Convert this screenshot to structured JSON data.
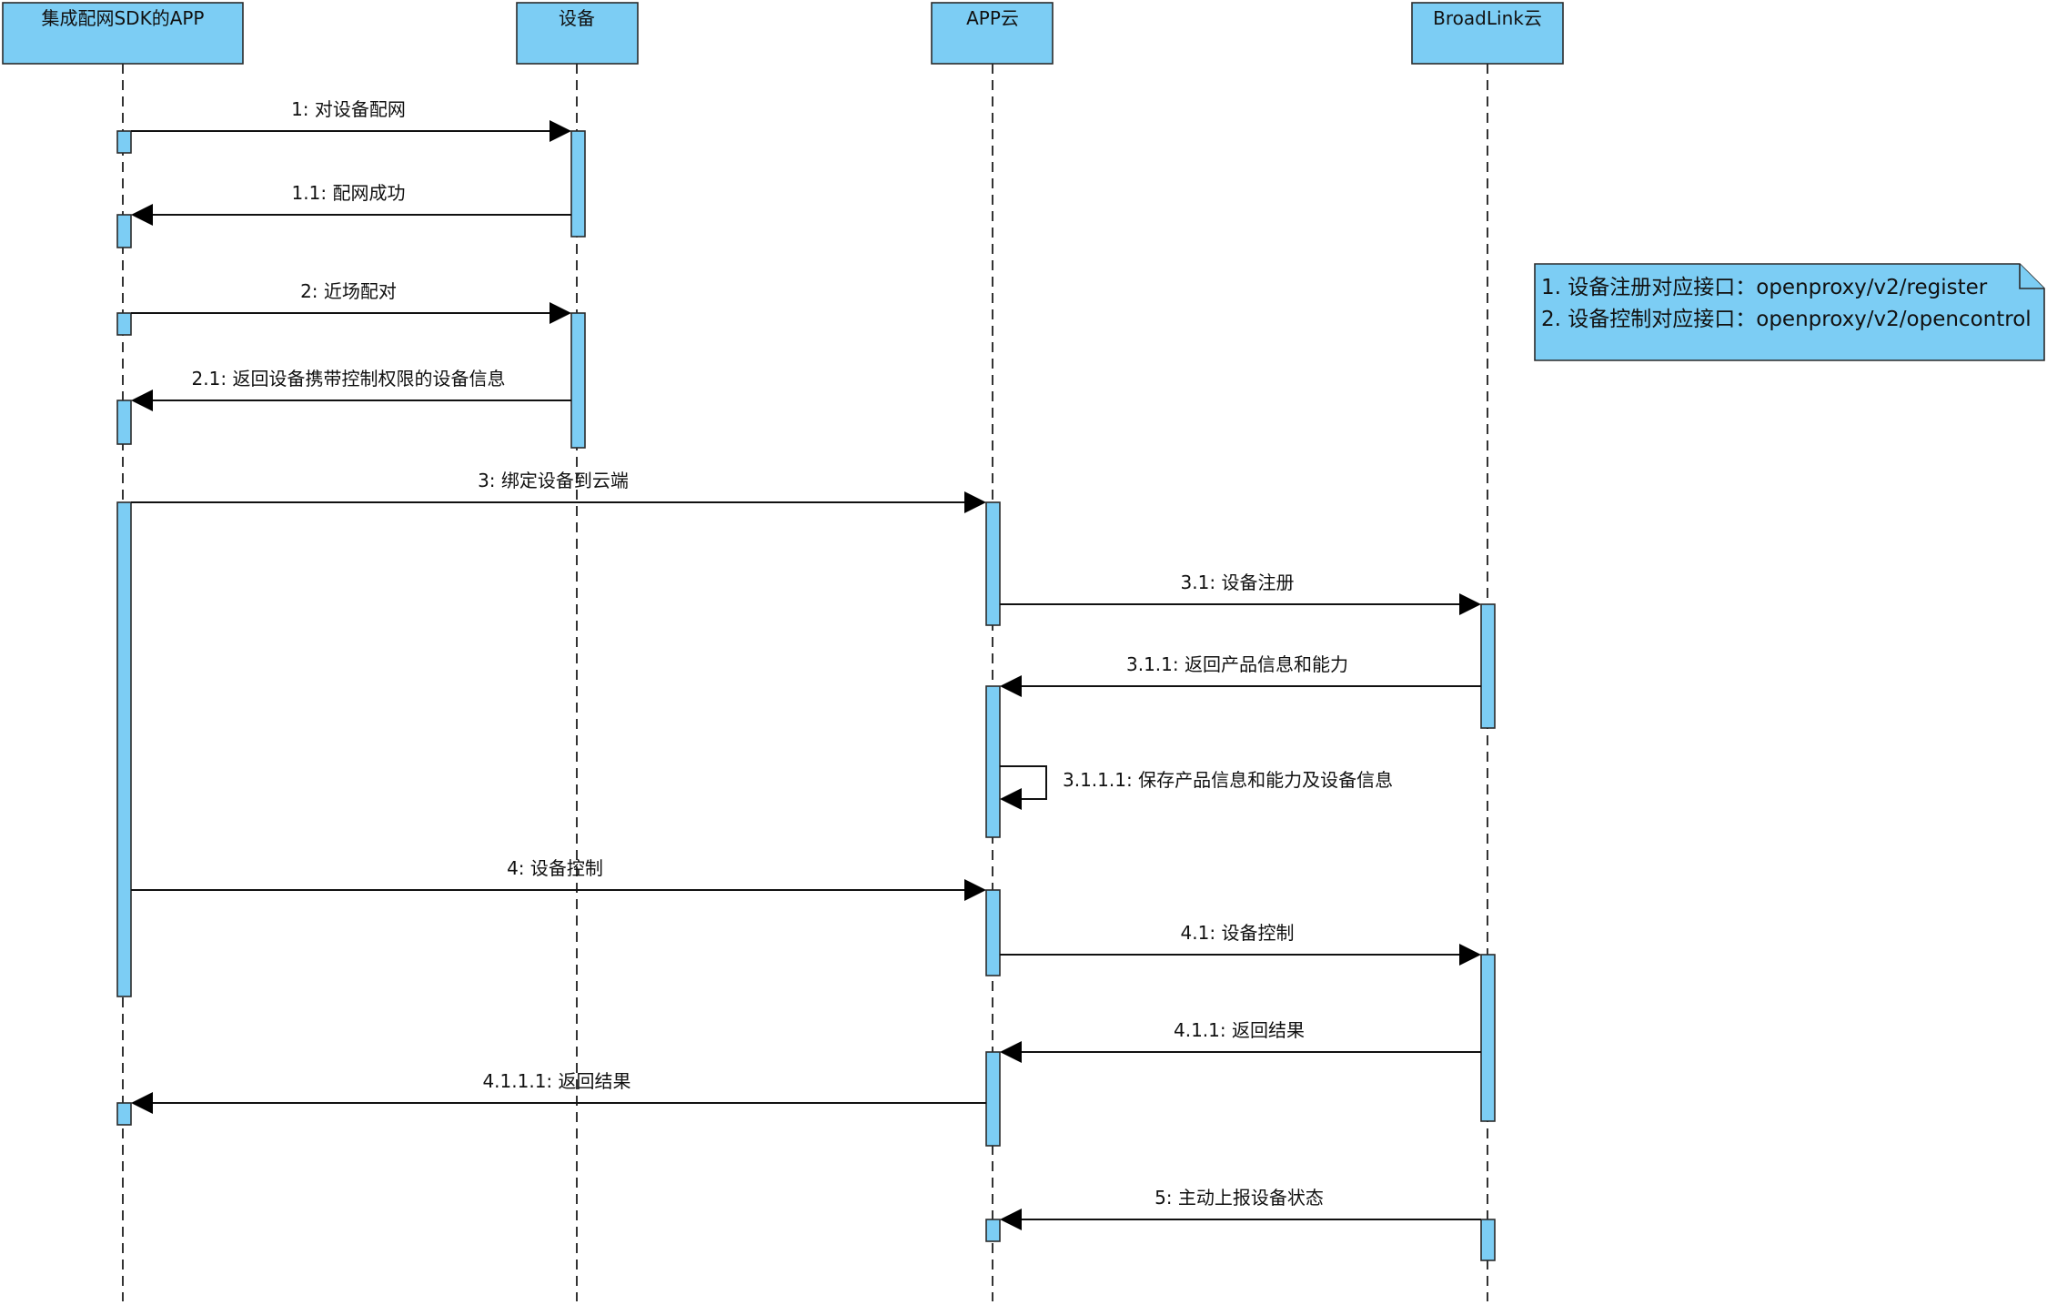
{
  "lifelines": [
    {
      "id": "app",
      "title": "集成配网SDK的APP"
    },
    {
      "id": "device",
      "title": "设备"
    },
    {
      "id": "appcloud",
      "title": "APP云"
    },
    {
      "id": "broadlink",
      "title": "BroadLink云"
    }
  ],
  "messages": [
    {
      "label": "1: 对设备配网",
      "from": "app",
      "to": "device"
    },
    {
      "label": "1.1: 配网成功",
      "from": "device",
      "to": "app"
    },
    {
      "label": "2: 近场配对",
      "from": "app",
      "to": "device"
    },
    {
      "label": "2.1: 返回设备携带控制权限的设备信息",
      "from": "device",
      "to": "app"
    },
    {
      "label": "3: 绑定设备到云端",
      "from": "app",
      "to": "appcloud"
    },
    {
      "label": "3.1: 设备注册",
      "from": "appcloud",
      "to": "broadlink"
    },
    {
      "label": "3.1.1: 返回产品信息和能力",
      "from": "broadlink",
      "to": "appcloud"
    },
    {
      "label": "3.1.1.1: 保存产品信息和能力及设备信息",
      "from": "appcloud",
      "to": "appcloud"
    },
    {
      "label": "4: 设备控制",
      "from": "app",
      "to": "appcloud"
    },
    {
      "label": "4.1: 设备控制",
      "from": "appcloud",
      "to": "broadlink"
    },
    {
      "label": "4.1.1: 返回结果",
      "from": "broadlink",
      "to": "appcloud"
    },
    {
      "label": "4.1.1.1: 返回结果",
      "from": "appcloud",
      "to": "app"
    },
    {
      "label": "5: 主动上报设备状态",
      "from": "broadlink",
      "to": "appcloud"
    }
  ],
  "note": {
    "lines": [
      "1. 设备注册对应接口：openproxy/v2/register",
      "2. 设备控制对应接口：openproxy/v2/opencontrol"
    ]
  },
  "colors": {
    "box_fill": "#7ccdf4",
    "line": "#111111"
  }
}
